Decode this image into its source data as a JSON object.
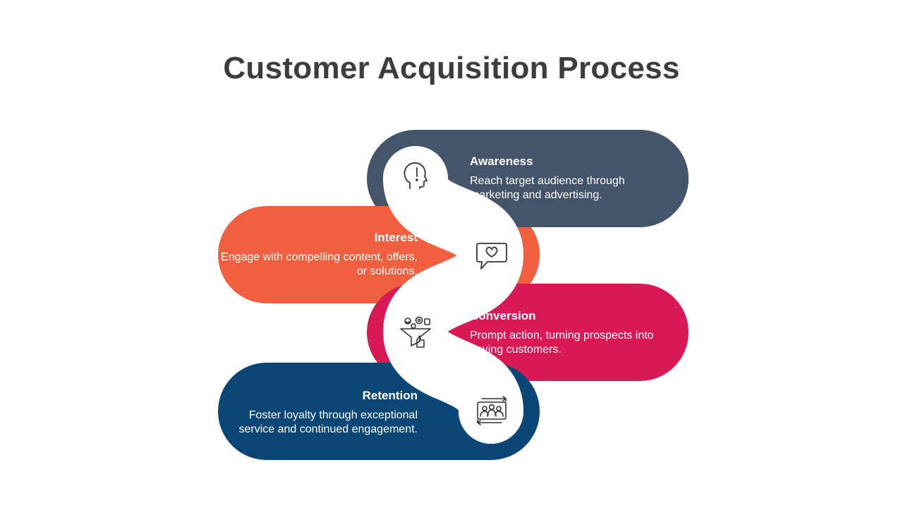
{
  "title": "Customer Acquisition Process",
  "colors": {
    "awareness": "#44546a",
    "interest": "#f15f3f",
    "conversion": "#d81955",
    "retention": "#0b4776",
    "icon_stroke": "#333333",
    "background": "#ffffff"
  },
  "steps": [
    {
      "title": "Awareness",
      "description": "Reach target audience through marketing and advertising.",
      "icon": "head-exclamation-icon"
    },
    {
      "title": "Interest",
      "description": "Engage with compelling content, offers, or solutions.",
      "icon": "chat-heart-icon"
    },
    {
      "title": "Conversion",
      "description": "Prompt action, turning prospects into paying customers.",
      "icon": "funnel-thumbsup-icon"
    },
    {
      "title": "Retention",
      "description": "Foster loyalty through exceptional service and continued engagement.",
      "icon": "group-cycle-icon"
    }
  ]
}
